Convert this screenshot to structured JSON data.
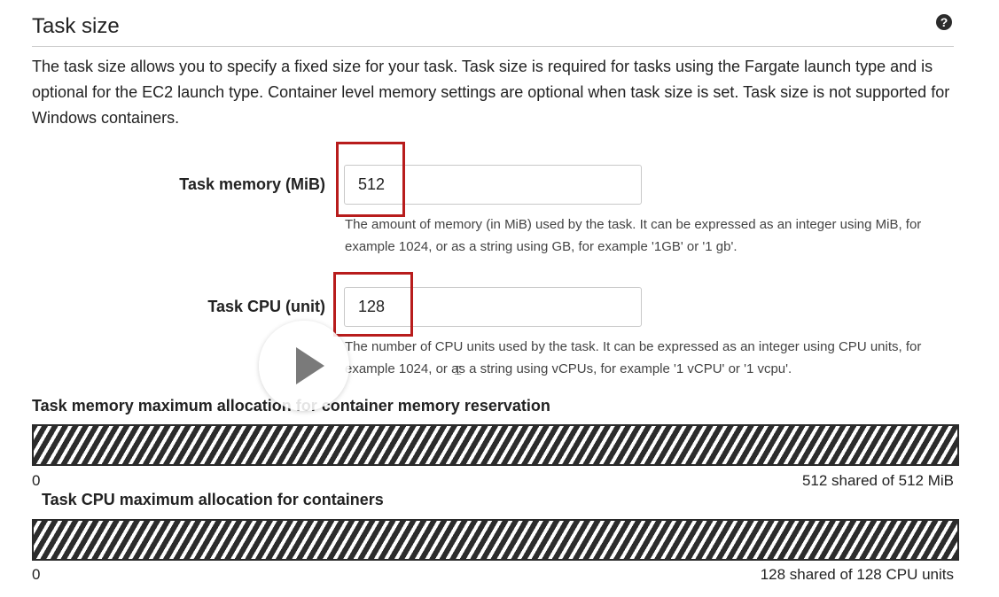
{
  "section": {
    "title": "Task size",
    "help_icon": "question-circle-icon",
    "description": "The task size allows you to specify a fixed size for your task. Task size is required for tasks using the Fargate launch type and is optional for the EC2 launch type. Container level memory settings are optional when task size is set. Task size is not supported for Windows containers."
  },
  "memory": {
    "label": "Task memory (MiB)",
    "value": "512",
    "help": "The amount of memory (in MiB) used by the task. It can be expressed as an integer using MiB, for example 1024, or as a string using GB, for example '1GB' or '1 gb'."
  },
  "cpu": {
    "label": "Task CPU (unit)",
    "value": "128",
    "help": "The number of CPU units used by the task. It can be expressed as an integer using CPU units, for example 1024, or as a string using vCPUs, for example '1 vCPU' or '1 vcpu'."
  },
  "memory_allocation": {
    "label": "Task memory maximum allocation for container memory reservation",
    "min": "0",
    "max": "512 shared of 512 MiB",
    "fill_fraction": 1.0
  },
  "cpu_allocation": {
    "label": "Task CPU maximum allocation for containers",
    "min": "0",
    "max": "128 shared of 128 CPU units",
    "fill_fraction": 1.0
  },
  "video_overlay": {
    "play_icon": "play-icon",
    "highlight_color": "#b81c1c"
  }
}
